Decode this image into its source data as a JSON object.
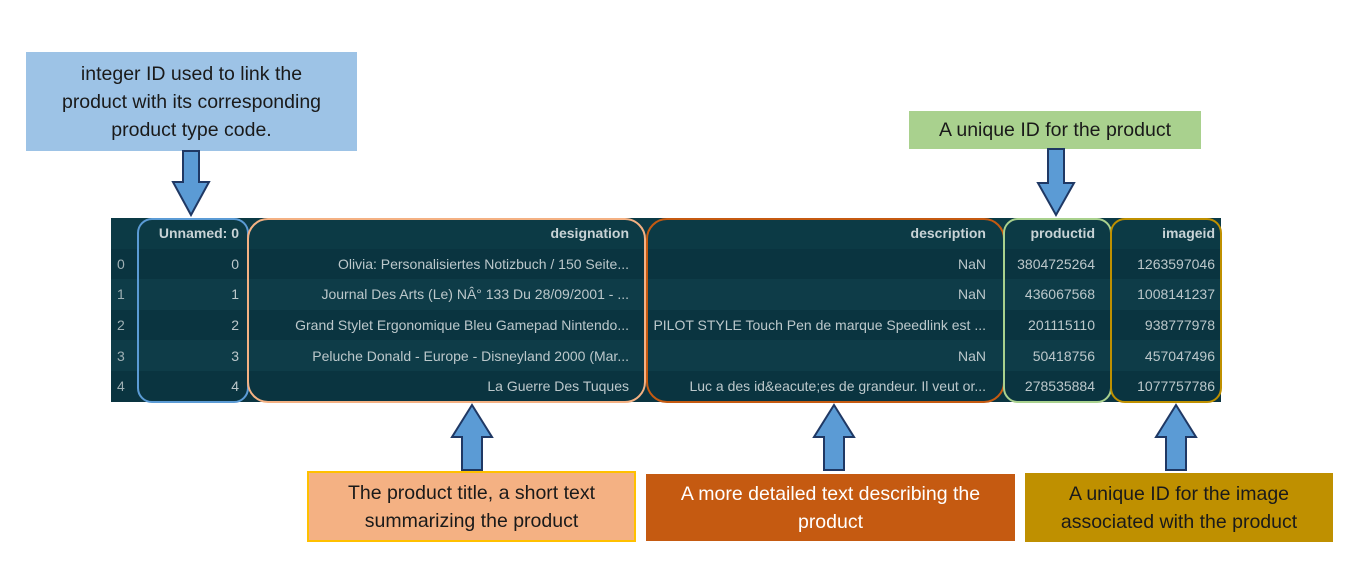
{
  "callouts": {
    "unnamed": [
      "integer ID used to link the",
      "product with its corresponding",
      "product type code."
    ],
    "productid": [
      "A unique ID for the product"
    ],
    "designation": [
      "The product title, a short text",
      "summarizing the product"
    ],
    "description": [
      "A more detailed text describing the",
      "product"
    ],
    "imageid": [
      "A unique ID for the image",
      "associated with the product"
    ]
  },
  "table": {
    "columns": [
      "",
      "Unnamed: 0",
      "designation",
      "description",
      "productid",
      "imageid"
    ],
    "rows": [
      [
        "0",
        "0",
        "Olivia: Personalisiertes Notizbuch / 150 Seite...",
        "NaN",
        "3804725264",
        "1263597046"
      ],
      [
        "1",
        "1",
        "Journal Des Arts (Le) NÂ° 133 Du 28/09/2001 - ...",
        "NaN",
        "436067568",
        "1008141237"
      ],
      [
        "2",
        "2",
        "Grand Stylet Ergonomique Bleu Gamepad Nintendo...",
        "PILOT STYLE Touch Pen de marque Speedlink est ...",
        "201115110",
        "938777978"
      ],
      [
        "3",
        "3",
        "Peluche Donald - Europe - Disneyland 2000 (Mar...",
        "NaN",
        "50418756",
        "457047496"
      ],
      [
        "4",
        "4",
        "La Guerre Des Tuques",
        "Luc a des id&eacute;es de grandeur. Il veut or...",
        "278535884",
        "1077757786"
      ]
    ]
  },
  "colors": {
    "unnamed_outline": "#5b9bd5",
    "designation_outline": "#f4b183",
    "description_outline": "#c55a11",
    "productid_outline": "#a9d18e",
    "imageid_outline": "#bf9000",
    "arrow_fill": "#5b9bd5",
    "arrow_stroke": "#1f3864"
  }
}
